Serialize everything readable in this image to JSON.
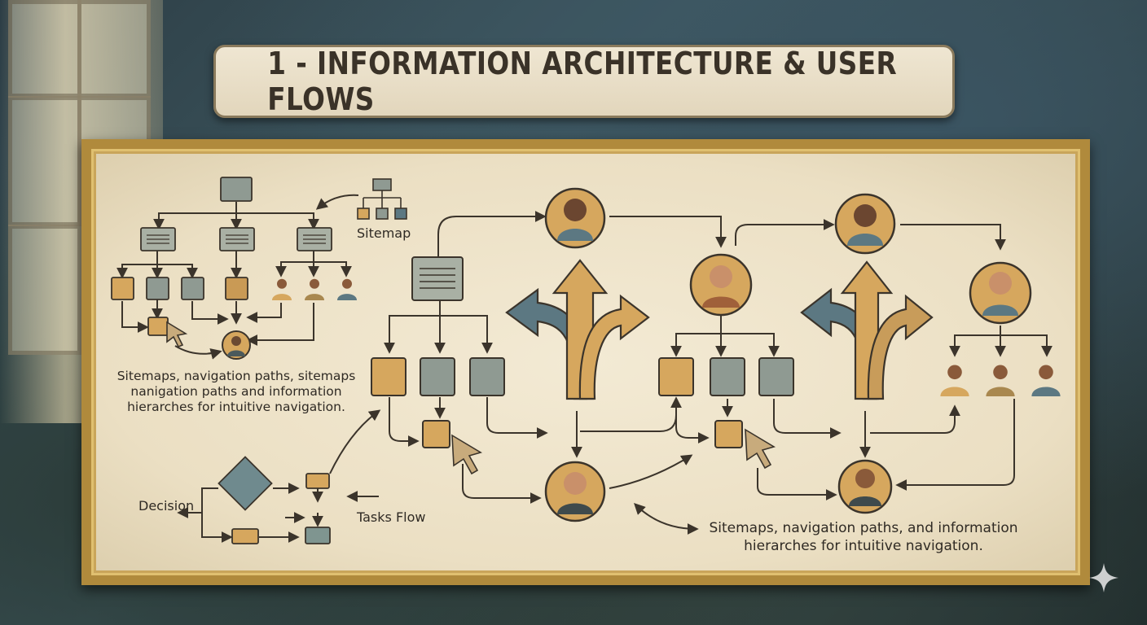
{
  "title": "1 - INFORMATION ARCHITECTURE & USER FLOWS",
  "labels": {
    "sitemap": "Sitemap",
    "decision": "Decision",
    "tasks_flow": "Tasks Flow"
  },
  "captions": {
    "left_line1": "Sitemaps, navigation paths, sitemaps",
    "left_line2": "nanigation paths and information",
    "left_line3": "hierarches for intuitive navigation.",
    "right_line1": "Sitemaps, navigation paths, and information",
    "right_line2": "hierarches for intuitive navigation."
  },
  "colors": {
    "tan": "#d6a75e",
    "gray": "#8f9a92",
    "slate": "#5c7882",
    "line": "#3b342b",
    "frame": "#b08a3c"
  }
}
